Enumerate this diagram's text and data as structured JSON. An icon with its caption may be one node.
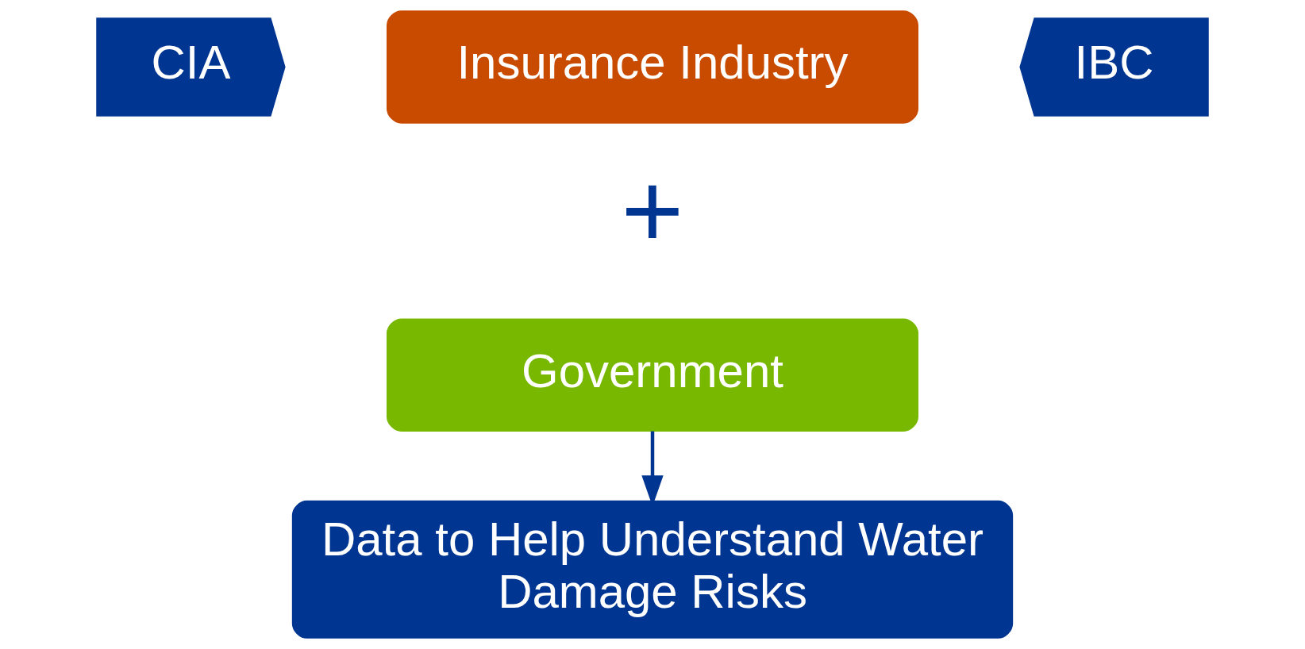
{
  "diagram": {
    "nodes": [
      {
        "text": [
          "CIA"
        ]
      },
      {
        "text": [
          "Insurance Industry"
        ]
      },
      {
        "text": [
          "IBC"
        ]
      },
      {
        "text": [
          "Government"
        ]
      },
      {
        "text": [
          "Data to Help Understand Water Damage Risks"
        ]
      }
    ],
    "edges": [
      {
        "from": 3,
        "to": 4,
        "arrow": "to"
      }
    ],
    "labels": [
      "+"
    ]
  }
}
